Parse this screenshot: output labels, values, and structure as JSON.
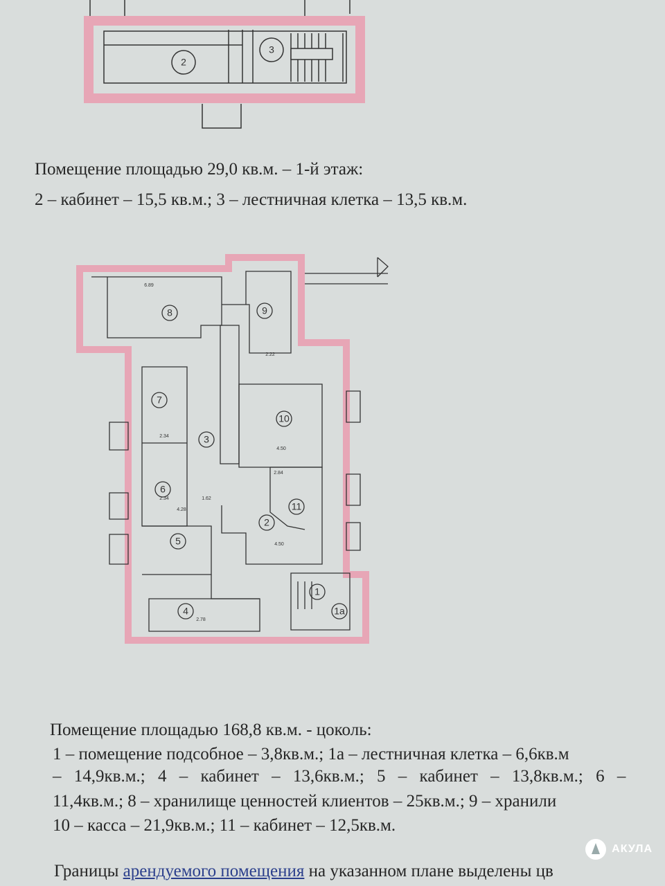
{
  "plan_top": {
    "rooms": [
      "2",
      "3"
    ]
  },
  "caption_top": {
    "line1": "Помещение площадью 29,0 кв.м. – 1-й этаж:",
    "line2": "2 – кабинет – 15,5 кв.м.; 3 – лестничная клетка – 13,5 кв.м."
  },
  "plan_basement": {
    "rooms": [
      "8",
      "9",
      "7",
      "3",
      "10",
      "6",
      "11",
      "2",
      "5",
      "4",
      "1",
      "1а"
    ],
    "dimensions": [
      "6.89",
      "2.22",
      "2.34",
      "2.34",
      "1.62",
      "4.28",
      "4.50",
      "2.84",
      "4.50",
      "2.78"
    ]
  },
  "caption_basement": {
    "line1": "Помещение площадью 168,8 кв.м. - цоколь:",
    "line2": "1 – помещение подсобное – 3,8кв.м.; 1а – лестничная клетка – 6,6кв.м",
    "line3": "– 14,9кв.м.; 4 – кабинет – 13,6кв.м.; 5 – кабинет – 13,8кв.м.; 6 –",
    "line4": "11,4кв.м.; 8 – хранилище ценностей клиентов – 25кв.м.; 9 – хранили",
    "line5": "10 – касса – 21,9кв.м.; 11 – кабинет – 12,5кв.м."
  },
  "footer_note": {
    "prefix": "Границы ",
    "link": "арендуемого  помещения",
    "suffix": " на указанном плане выделены цв"
  },
  "watermark": {
    "text": "АКУЛА"
  },
  "colors": {
    "highlight": "#e7a6b6",
    "line": "#333333",
    "background": "#d9dddc",
    "link": "#2b3f8c"
  }
}
